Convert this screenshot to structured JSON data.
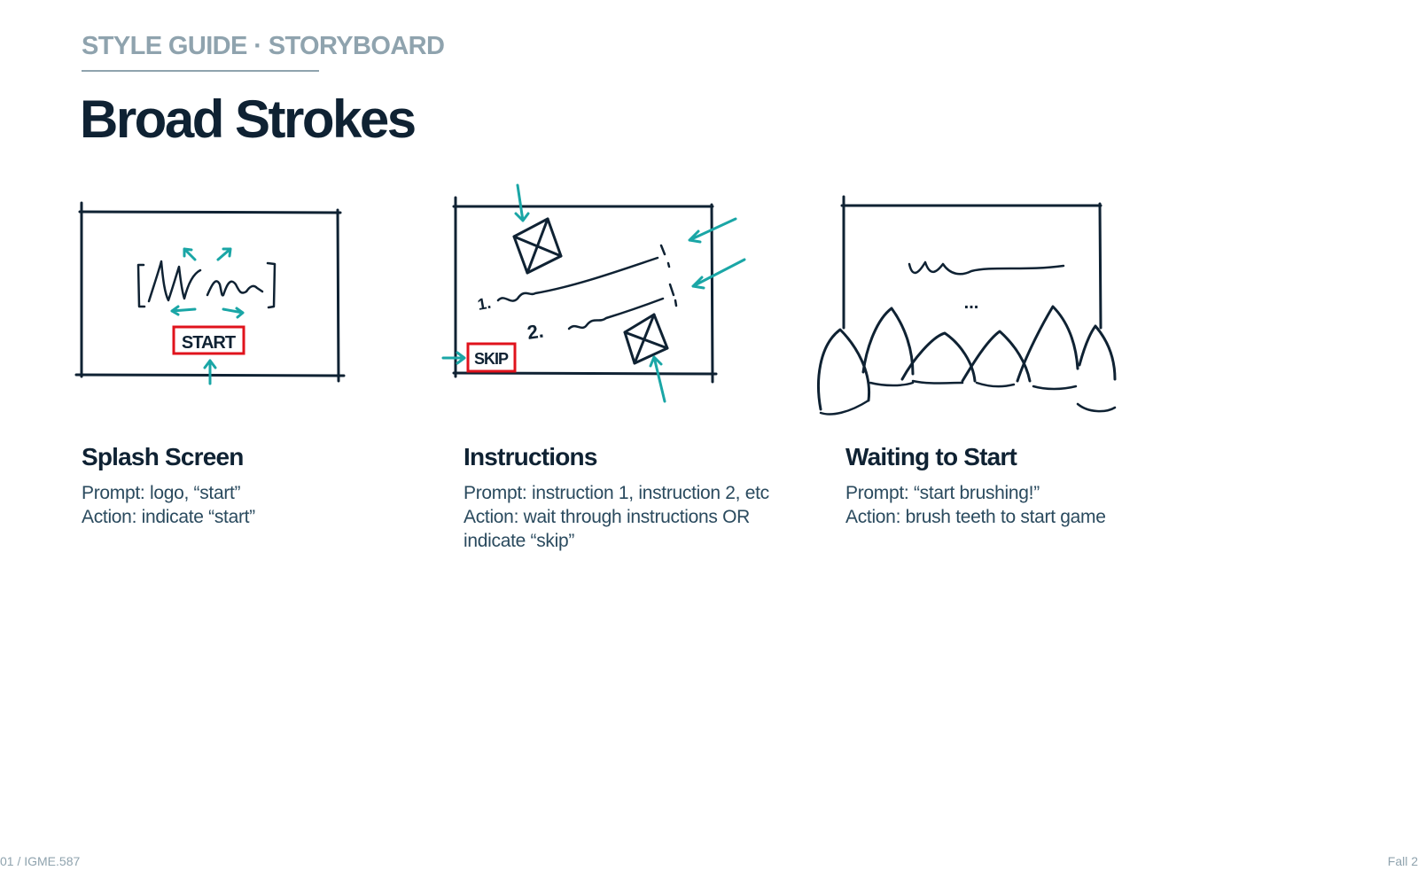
{
  "header": {
    "eyebrow": "STYLE GUIDE · STORYBOARD",
    "title": "Broad Strokes"
  },
  "panels": [
    {
      "title": "Splash Screen",
      "lines": [
        "Prompt: logo, “start”",
        "Action: indicate “start”"
      ],
      "button_label": "START"
    },
    {
      "title": "Instructions",
      "lines": [
        "Prompt: instruction 1, instruction 2, etc",
        "Action: wait through instructions OR indicate “skip”"
      ],
      "button_label": "SKIP",
      "steps": [
        "1.",
        "2."
      ]
    },
    {
      "title": "Waiting to Start",
      "lines": [
        "Prompt: “start brushing!”",
        "Action: brush teeth to start game"
      ],
      "ellipsis": "..."
    }
  ],
  "footer": {
    "left": "01 / IGME.587",
    "right": "Fall 2"
  },
  "colors": {
    "ink": "#0f2233",
    "accent": "#1aa6a6",
    "highlight": "#e0131c",
    "muted": "#8fa3ae"
  }
}
